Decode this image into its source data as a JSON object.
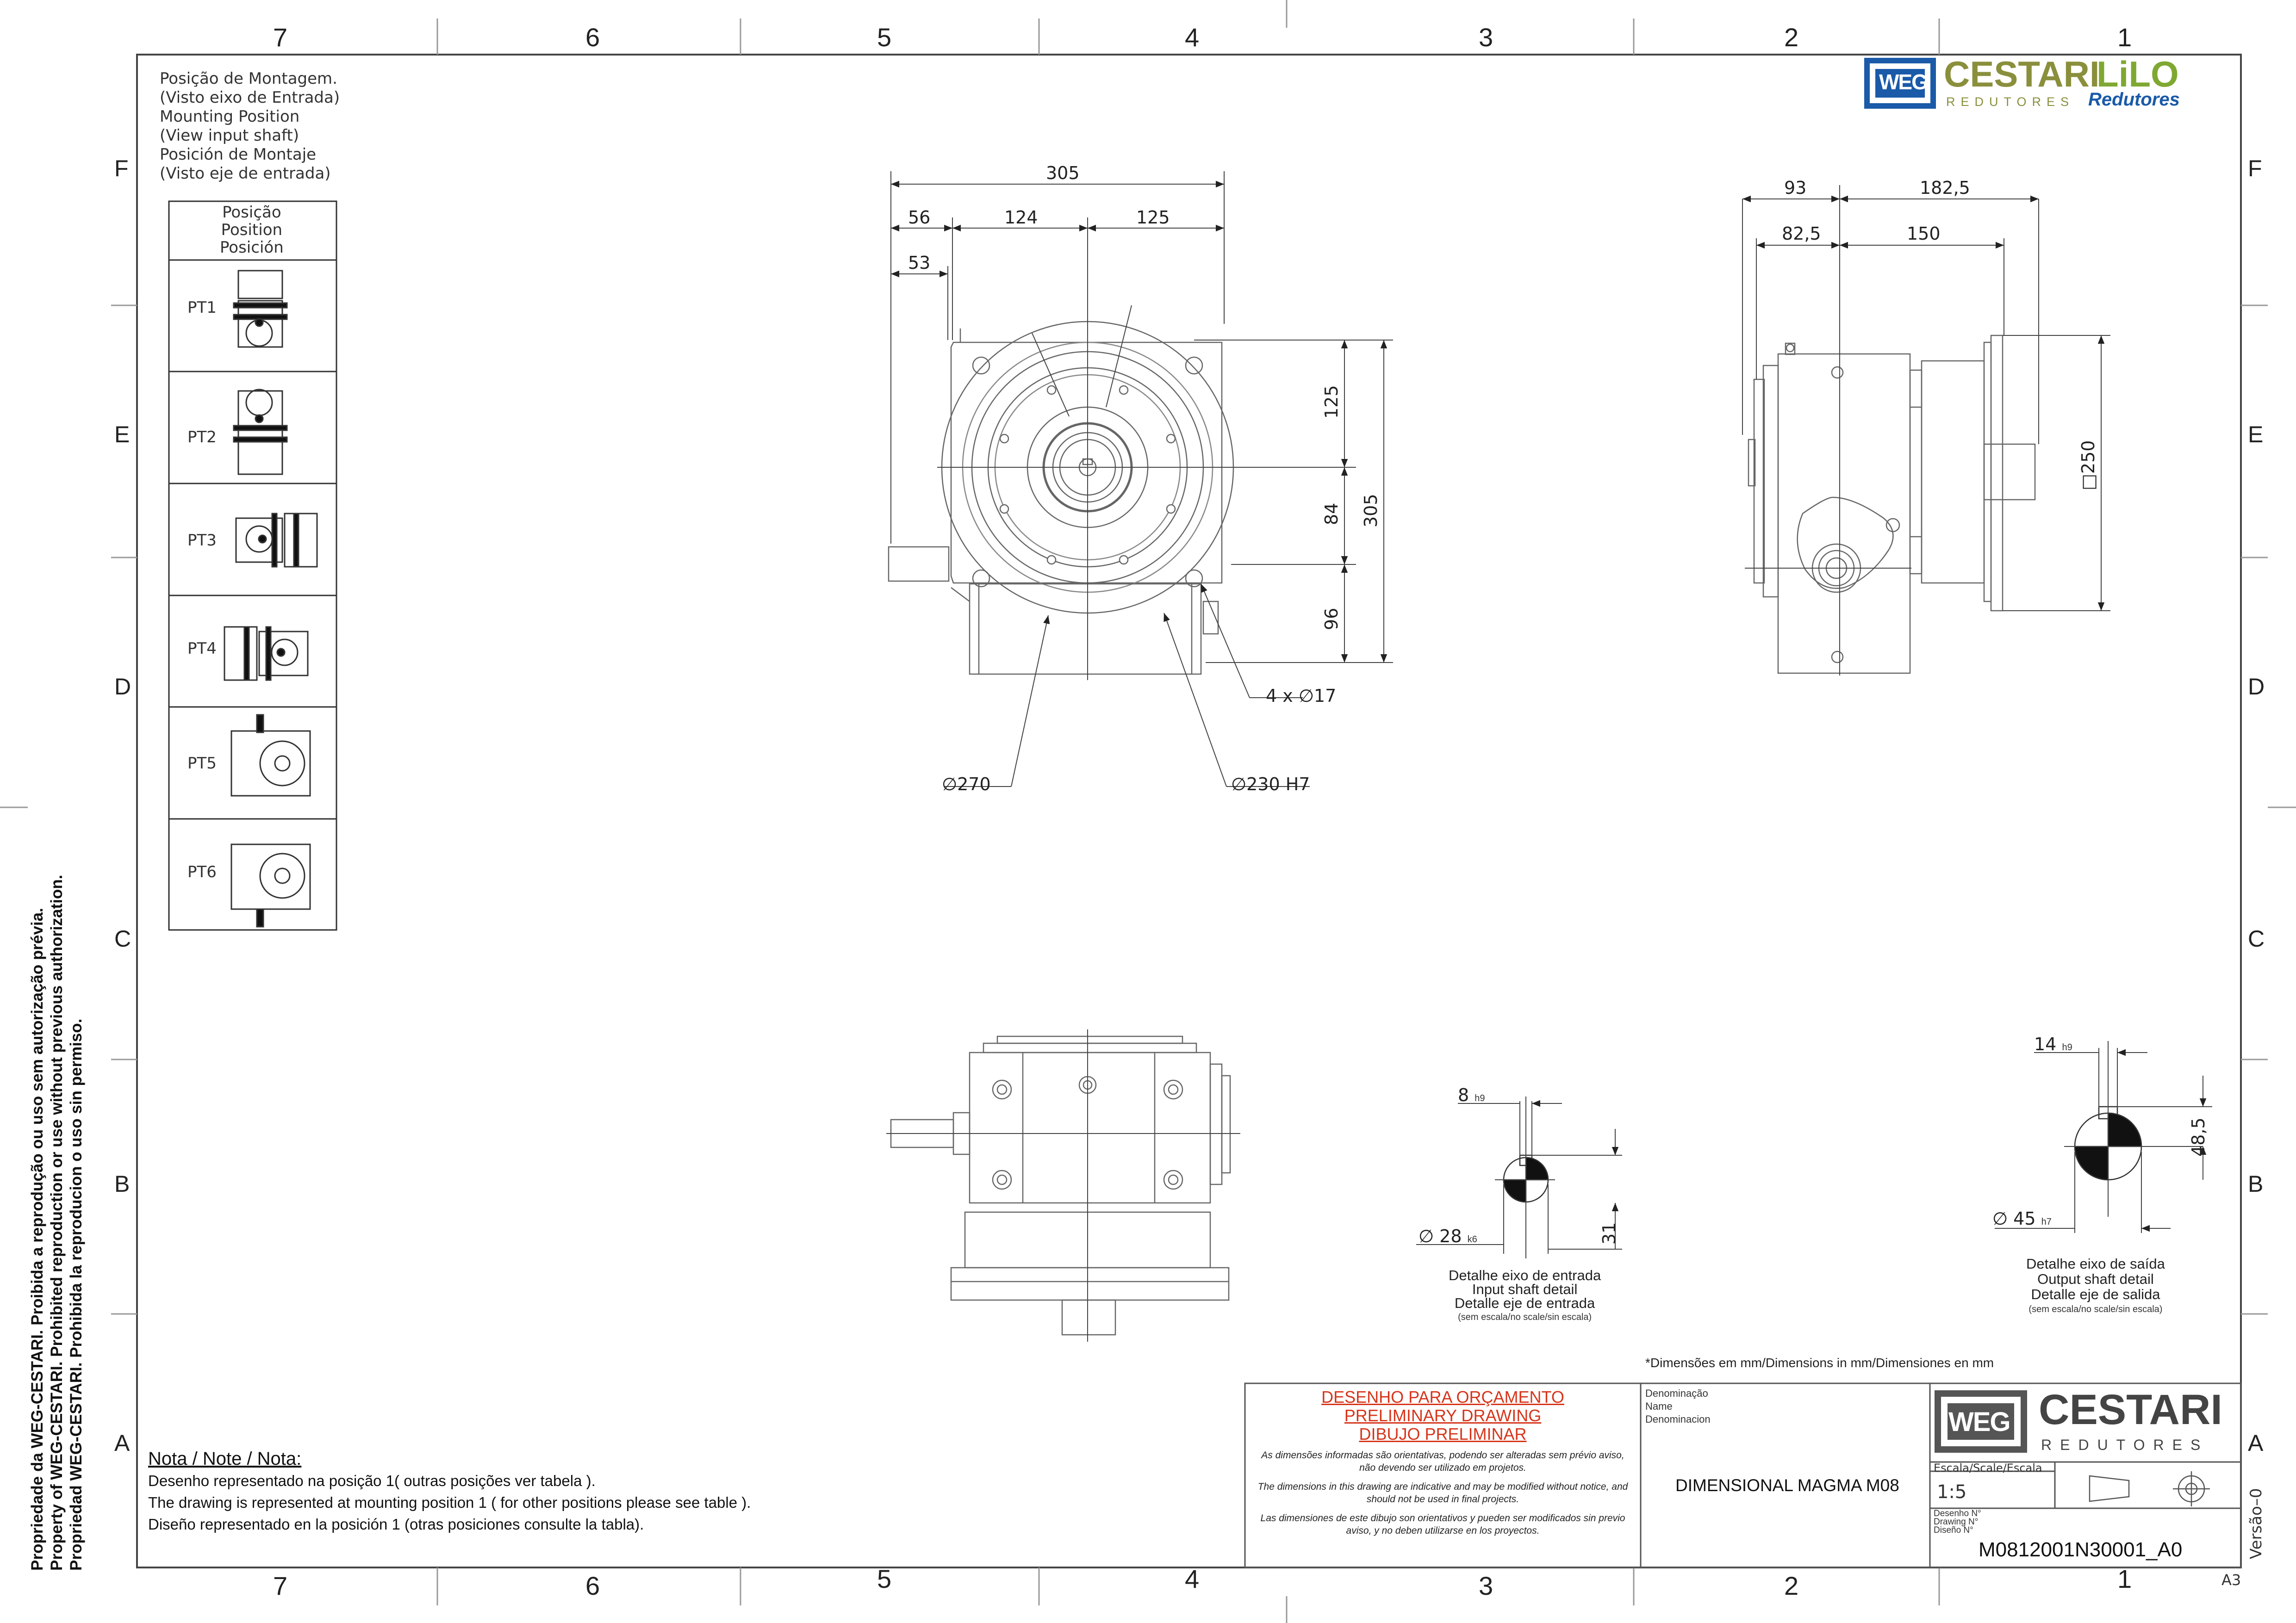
{
  "sheet": {
    "columns_top": [
      "7",
      "6",
      "5",
      "4",
      "3",
      "2",
      "1"
    ],
    "columns_bottom": [
      "7",
      "6",
      "5",
      "4",
      "3",
      "2",
      "1"
    ],
    "rows": [
      "F",
      "E",
      "D",
      "C",
      "B",
      "A"
    ],
    "sheet_size": "A3",
    "version": "Versão–0"
  },
  "side_notice": [
    "Propriedade da WEG-CESTARI. Proibida a reprodução ou uso sem autorização prévia.",
    "Property of WEG-CESTARI. Prohibited reproduction or use without previous authorization.",
    "Propriedad WEG-CESTARI. Prohibida la reproducion o uso sin permiso."
  ],
  "mounting": {
    "heading": [
      "Posição de Montagem.",
      "(Visto eixo de Entrada)",
      "Mounting Position",
      "(View input shaft)",
      "Posición de Montaje",
      "(Visto eje de entrada)"
    ],
    "table_header": [
      "Posição",
      "Position",
      "Posición"
    ],
    "positions": [
      "PT1",
      "PT2",
      "PT3",
      "PT4",
      "PT5",
      "PT6"
    ]
  },
  "brand": {
    "weg": "WEG",
    "cestari": "CESTARI",
    "redutores": "REDUTORES",
    "lilo": "LiLO",
    "lilo_sub": "Redutores"
  },
  "front_view": {
    "dims_top": {
      "overall": "305",
      "left": "56",
      "mid": "124",
      "right": "125",
      "offset": "53"
    },
    "dims_right": {
      "top": "125",
      "mid": "84",
      "bottom": "96",
      "overall": "305"
    },
    "holes": "4 x ∅17",
    "pitch_dia": "∅270",
    "pilot_dia": "∅230 H7"
  },
  "side_view": {
    "dims_top": {
      "a": "93",
      "b": "182,5",
      "c": "82,5",
      "d": "150"
    },
    "flange": "□250"
  },
  "input_detail": {
    "key": "8",
    "key_tol": "h9",
    "dia": "∅ 28",
    "dia_tol": "k6",
    "height": "31",
    "caption": [
      "Detalhe eixo de entrada",
      "Input shaft detail",
      "Detalle eje de entrada"
    ],
    "scale_note": "(sem escala/no scale/sin escala)"
  },
  "output_detail": {
    "key": "14",
    "key_tol": "h9",
    "dia": "∅ 45",
    "dia_tol": "h7",
    "height": "48,5",
    "caption": [
      "Detalhe eixo de saída",
      "Output shaft detail",
      "Detalle eje de salida"
    ],
    "scale_note": "(sem escala/no scale/sin escala)"
  },
  "units_note": "*Dimensões em mm/Dimensions in mm/Dimensiones en mm",
  "notes": {
    "title": "Nota / Note / Nota:",
    "lines": [
      "Desenho representado na posição 1( outras posições ver tabela ).",
      "The drawing is represented at mounting position 1 ( for other positions please see table ).",
      "Diseño representado en la posición 1 (otras posiciones consulte la tabla)."
    ]
  },
  "title_block": {
    "preliminary": [
      "DESENHO PARA ORÇAMENTO",
      "PRELIMINARY DRAWING",
      "DIBUJO PRELIMINAR"
    ],
    "disclaimer": [
      "As dimensões informadas são orientativas, podendo ser alteradas sem prévio aviso, não devendo ser utilizado em projetos.",
      "The dimensions in this drawing are indicative and may be modified without notice, and should not be used in final projects.",
      "Las dimensiones de este dibujo son orientativos y pueden ser modificados sin previo aviso, y no deben utilizarse en los proyectos."
    ],
    "denomination_labels": [
      "Denominação",
      "Name",
      "Denominacion"
    ],
    "denomination": "DIMENSIONAL MAGMA M08",
    "scale_label": "Escala/Scale/Escala",
    "scale": "1:5",
    "drawing_labels": [
      "Desenho N°",
      "Drawing N°",
      "Diseño N°"
    ],
    "drawing_no": "M0812001N30001_A0"
  }
}
